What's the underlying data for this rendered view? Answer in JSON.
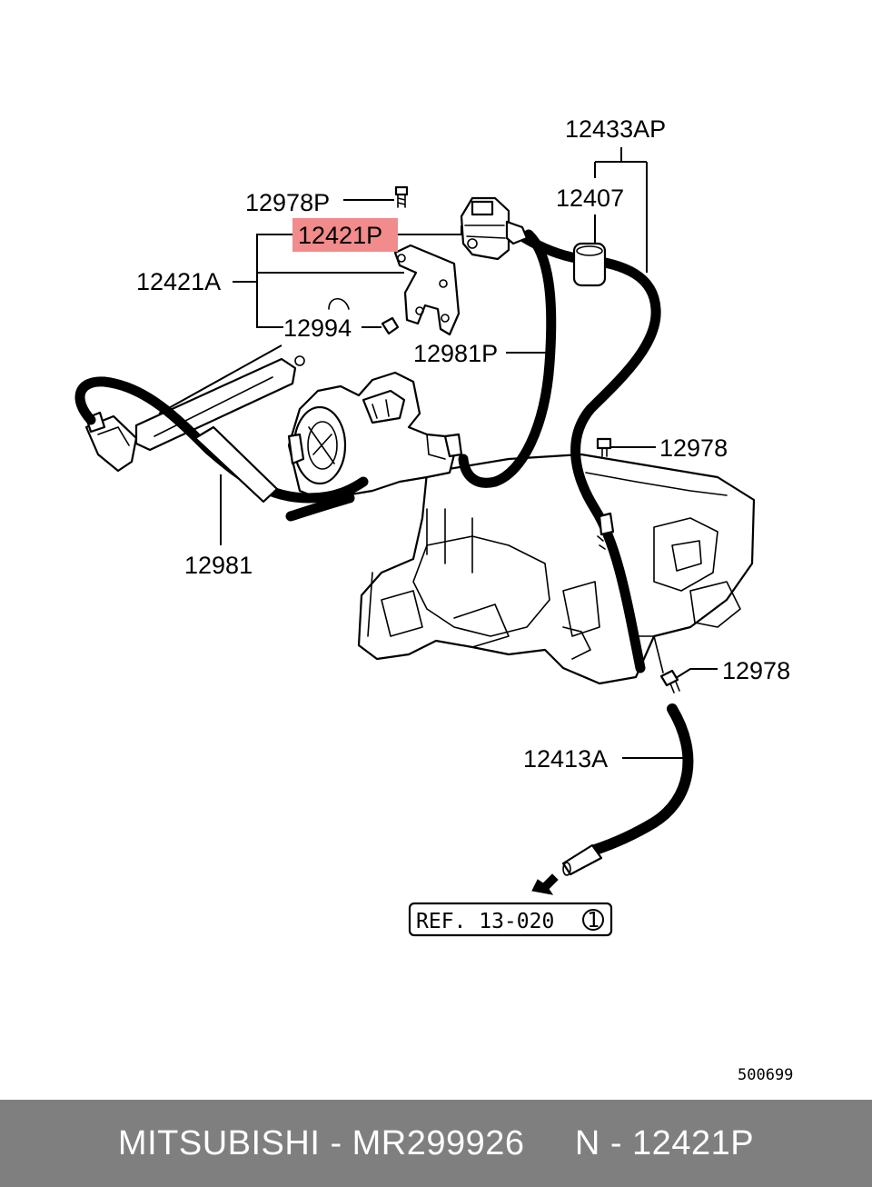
{
  "callouts": {
    "c12433AP": "12433AP",
    "c12407": "12407",
    "c12978P": "12978P",
    "c12421P": "12421P",
    "c12421A": "12421A",
    "c12994": "12994",
    "c12981P": "12981P",
    "c12978a": "12978",
    "c12981": "12981",
    "c12978b": "12978",
    "c12413A": "12413A"
  },
  "highlight_color": "#f28b8b",
  "reference": {
    "text": "REF. 13-020",
    "circle_number": "1"
  },
  "diagram_id": "500699",
  "footer": {
    "text": "MITSUBISHI - MR299926     N - 12421P"
  }
}
